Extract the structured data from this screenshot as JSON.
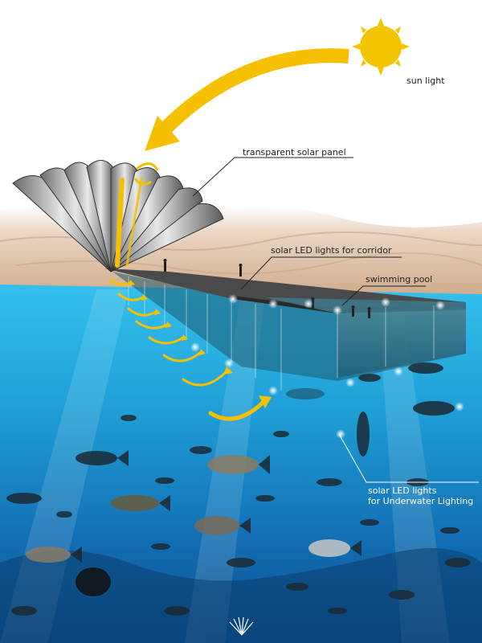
{
  "labels": {
    "sun_light": "sun light",
    "solar_panel": "transparent solar panel",
    "corridor_lights": "solar LED lights for corridor",
    "swimming_pool": "swimming pool",
    "underwater_lights_line1": "solar LED lights",
    "underwater_lights_line2": "for Underwater Lighting"
  },
  "colors": {
    "sun": "#f5c400",
    "arrow": "#f5c000",
    "sky": "#ffffff",
    "sand": "#d9b89a",
    "sea_top": "#2fb7e8",
    "sea_bottom": "#0a4c8c",
    "glass": "#3a6f80"
  },
  "icons": {
    "sun": "sun-icon",
    "panel": "fan-solar-panel-icon",
    "logo": "fan-logo-icon"
  }
}
